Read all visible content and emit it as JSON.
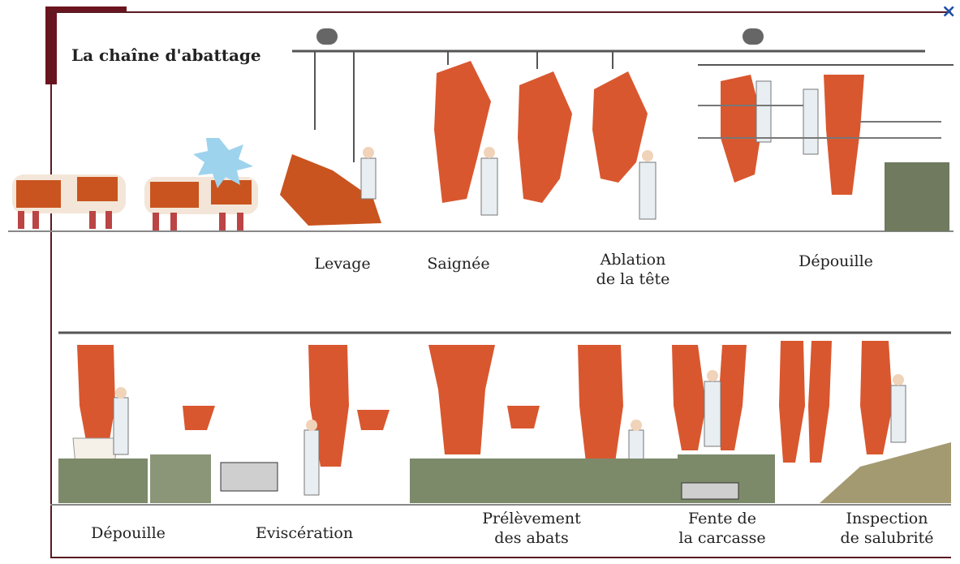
{
  "diagram": {
    "title": "La chaîne d'abattage",
    "close_glyph": "×",
    "top_row_labels": [
      "Levage",
      "Saignée",
      "Ablation\nde la tête",
      "Dépouille"
    ],
    "bottom_row_labels": [
      "Dépouille",
      "Eviscération",
      "Prélèvement\ndes abats",
      "Fente de\nla carcasse",
      "Inspection\nde salubrité"
    ]
  },
  "colors": {
    "frame": "#5a1a22",
    "close": "#1f4fa8",
    "carcass": "#d9572f",
    "cow_brown": "#c9541f",
    "rail": "#555555",
    "platform": "#7c8a6a"
  }
}
